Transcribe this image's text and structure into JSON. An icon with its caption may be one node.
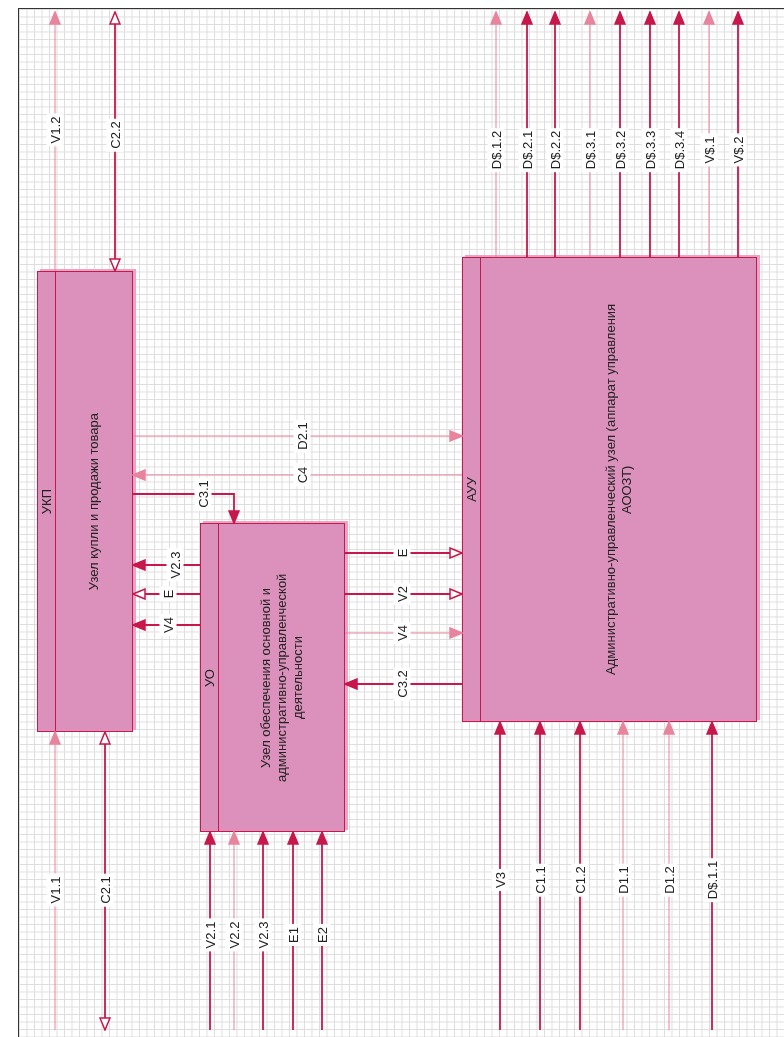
{
  "diagram": {
    "nodes": [
      {
        "text": [
          "УКП",
          "Узел купли и продажи товара"
        ]
      },
      {
        "text": [
          "УО",
          "Узел обеспечения основной и административно-управленческой деятельности"
        ]
      },
      {
        "text": [
          "АУУ",
          "Административно-управленческий узел (аппарат управления АООЗТ)"
        ]
      }
    ],
    "edges": [
      {
        "from": 0,
        "to": null,
        "arrow": "to",
        "label": "V1.2",
        "color": "#e8849e"
      },
      {
        "from": 0,
        "to": null,
        "arrow": "both",
        "label": "C2.2"
      },
      {
        "from": 2,
        "to": null,
        "arrow": "to",
        "label": "D$.1.2",
        "color": "#e8849e"
      },
      {
        "from": 2,
        "to": null,
        "arrow": "to",
        "label": "D$.2.1"
      },
      {
        "from": 2,
        "to": null,
        "arrow": "to",
        "label": "D$.2.2"
      },
      {
        "from": 2,
        "to": null,
        "arrow": "to",
        "label": "D$.3.1",
        "color": "#e8849e"
      },
      {
        "from": 2,
        "to": null,
        "arrow": "to",
        "label": "D$.3.2"
      },
      {
        "from": 2,
        "to": null,
        "arrow": "to",
        "label": "D$.3.3"
      },
      {
        "from": 2,
        "to": null,
        "arrow": "to",
        "label": "D$.3.4"
      },
      {
        "from": 2,
        "to": null,
        "arrow": "to",
        "label": "V$.1",
        "color": "#e8849e"
      },
      {
        "from": 2,
        "to": null,
        "arrow": "to",
        "label": "V$.2"
      },
      {
        "from": 0,
        "to": 2,
        "arrow": "to",
        "label": "D2.1",
        "color": "#e8849e"
      },
      {
        "from": 2,
        "to": 0,
        "arrow": "to",
        "label": "C4",
        "color": "#e8849e"
      },
      {
        "from": 0,
        "to": 1,
        "arrow": "to",
        "label": "C3.1"
      },
      {
        "from": 1,
        "to": 0,
        "arrow": "to",
        "label": "V2.3"
      },
      {
        "from": 1,
        "to": 0,
        "arrow": "to",
        "label": "E"
      },
      {
        "from": 1,
        "to": 0,
        "arrow": "to",
        "label": "V4"
      },
      {
        "from": 1,
        "to": 2,
        "arrow": "to",
        "label": "E"
      },
      {
        "from": 1,
        "to": 2,
        "arrow": "to",
        "label": "V2"
      },
      {
        "from": 1,
        "to": 2,
        "arrow": "to",
        "label": "V4",
        "color": "#e8849e"
      },
      {
        "from": 2,
        "to": 1,
        "arrow": "to",
        "label": "C3.2"
      },
      {
        "from": null,
        "to": 0,
        "arrow": "to",
        "label": "V1.1",
        "color": "#e8849e"
      },
      {
        "from": null,
        "to": 0,
        "arrow": "both",
        "label": "C2.1"
      },
      {
        "from": null,
        "to": 1,
        "arrow": "to",
        "label": "V2.1"
      },
      {
        "from": null,
        "to": 1,
        "arrow": "to",
        "label": "V2.2",
        "color": "#e8849e"
      },
      {
        "from": null,
        "to": 1,
        "arrow": "to",
        "label": "V2.3"
      },
      {
        "from": null,
        "to": 1,
        "arrow": "to",
        "label": "E1"
      },
      {
        "from": null,
        "to": 1,
        "arrow": "to",
        "label": "E2"
      },
      {
        "from": null,
        "to": 2,
        "arrow": "to",
        "label": "V3"
      },
      {
        "from": null,
        "to": 2,
        "arrow": "to",
        "label": "C1.1"
      },
      {
        "from": null,
        "to": 2,
        "arrow": "to",
        "label": "C1.2"
      },
      {
        "from": null,
        "to": 2,
        "arrow": "to",
        "label": "D1.1",
        "color": "#e8849e"
      },
      {
        "from": null,
        "to": 2,
        "arrow": "to",
        "label": "D1.2",
        "color": "#e8849e"
      },
      {
        "from": null,
        "to": 2,
        "arrow": "to",
        "label": "D$.1.1"
      }
    ]
  }
}
